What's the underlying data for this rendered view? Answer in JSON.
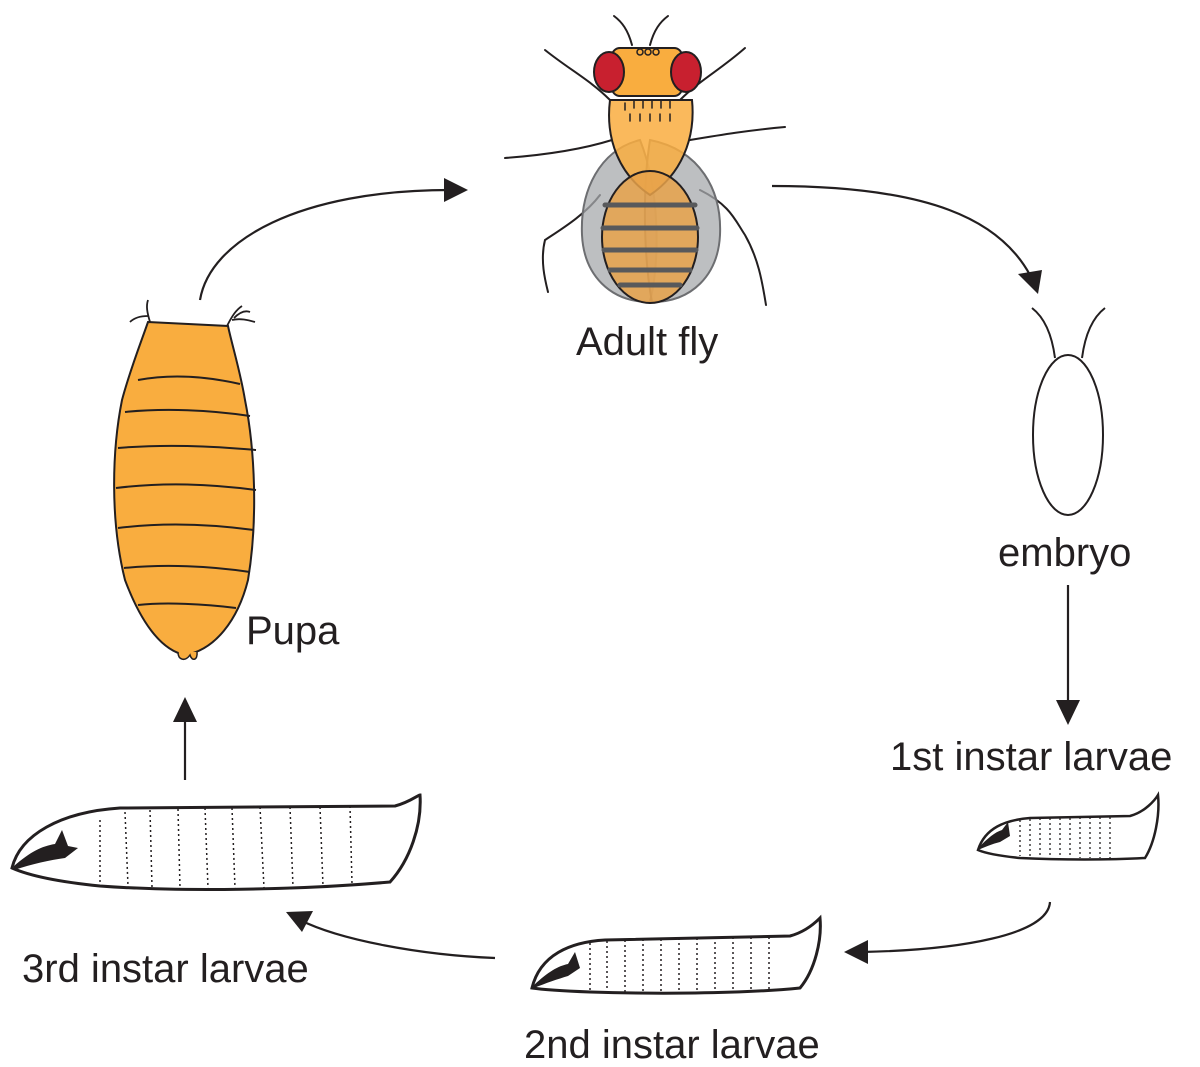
{
  "stages": {
    "adult": "Adult fly",
    "embryo": "embryo",
    "first_instar": "1st instar larvae",
    "second_instar": "2nd instar larvae",
    "third_instar": "3rd instar larvae",
    "pupa": "Pupa"
  },
  "colors": {
    "body_orange": "#f9ad3f",
    "eye_red": "#c8202f",
    "wing_gray": "#a7a9ac",
    "stripe_gray": "#58595b",
    "outline": "#231f20"
  }
}
